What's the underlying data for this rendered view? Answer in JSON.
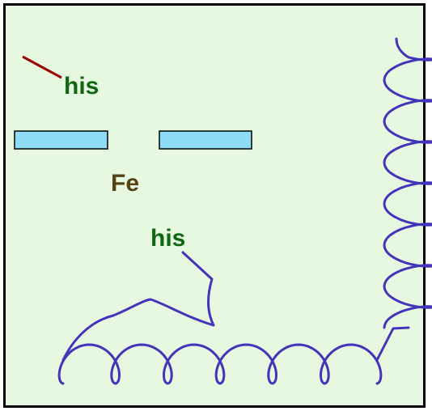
{
  "labels": {
    "his_top": "his",
    "fe": "Fe",
    "his_bottom": "his"
  },
  "colors": {
    "background": "#e6f9e0",
    "border": "#000000",
    "heme_bar": "#8fdcf8",
    "helix": "#4433bb",
    "his_label": "#116611",
    "fe_label": "#554411",
    "his_bond": "#990000"
  }
}
